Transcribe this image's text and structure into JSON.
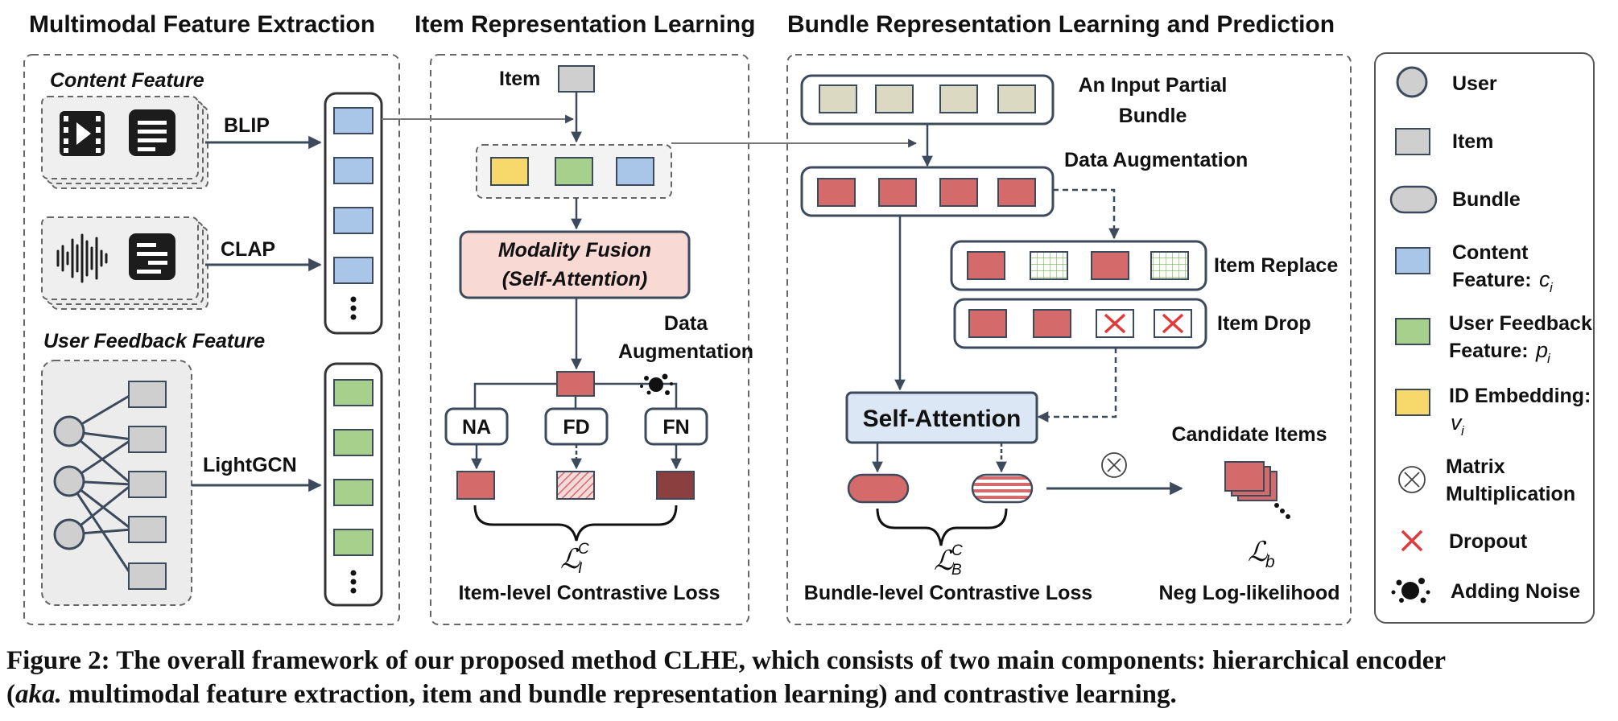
{
  "sections": {
    "multimodal": "Multimodal Feature Extraction",
    "item_repr": "Item Representation Learning",
    "bundle_repr": "Bundle Representation Learning and Prediction"
  },
  "feature_extraction": {
    "content_feature": "Content Feature",
    "blip": "BLIP",
    "clap": "CLAP",
    "user_feedback_feature": "User Feedback Feature",
    "lightgcn": "LightGCN"
  },
  "item_learning": {
    "item": "Item",
    "fusion_line1": "Modality Fusion",
    "fusion_line2": "(Self-Attention)",
    "data_aug_line1": "Data",
    "data_aug_line2": "Augmentation",
    "aug_ops": [
      "NA",
      "FD",
      "FN"
    ],
    "loss_symbol": "ℒ",
    "loss_sub": "I",
    "loss_sup": "C",
    "loss_name": "Item-level Contrastive Loss"
  },
  "bundle_learning": {
    "input_line1": "An Input Partial",
    "input_line2": "Bundle",
    "data_aug": "Data Augmentation",
    "item_replace": "Item Replace",
    "item_drop": "Item Drop",
    "self_attention": "Self-Attention",
    "candidate_items": "Candidate Items",
    "loss_b_symbol": "ℒ",
    "loss_b_sub": "B",
    "loss_b_sup": "C",
    "bundle_loss_name": "Bundle-level Contrastive Loss",
    "pred_loss_symbol": "ℒ",
    "pred_loss_sub": "b",
    "neg_ll": "Neg Log-likelihood"
  },
  "legend": {
    "user": "User",
    "item": "Item",
    "bundle": "Bundle",
    "content_line1": "Content",
    "content_line2": "Feature:",
    "content_sym": "c",
    "content_sub": "i",
    "feedback_line1": "User Feedback",
    "feedback_line2": "Feature:",
    "feedback_sym": "p",
    "feedback_sub": "i",
    "id_line1": "ID Embedding:",
    "id_sym": "v",
    "id_sub": "i",
    "matmul_line1": "Matrix",
    "matmul_line2": "Multiplication",
    "dropout": "Dropout",
    "noise": "Adding Noise"
  },
  "caption": {
    "line1": "Figure 2: The overall framework of our proposed method CLHE, which consists of two main components: hierarchical encoder",
    "line2_open": "(",
    "line2_aka": "aka.",
    "line2_rest": " multimodal feature extraction, item and bundle representation learning) and contrastive learning."
  },
  "colors": {
    "content_blue": "#a9c6e8",
    "feedback_green": "#a8d08d",
    "id_yellow": "#f7d96b",
    "item_gray": "#cfcfcf",
    "bundle_item": "#dcd9c2",
    "aug_red": "#d46a6a",
    "dark_red": "#8b3f3f",
    "fusion_pink": "#f8d9d4",
    "attention_blue": "#dbe7f5",
    "stroke": "#3d4a5c"
  }
}
